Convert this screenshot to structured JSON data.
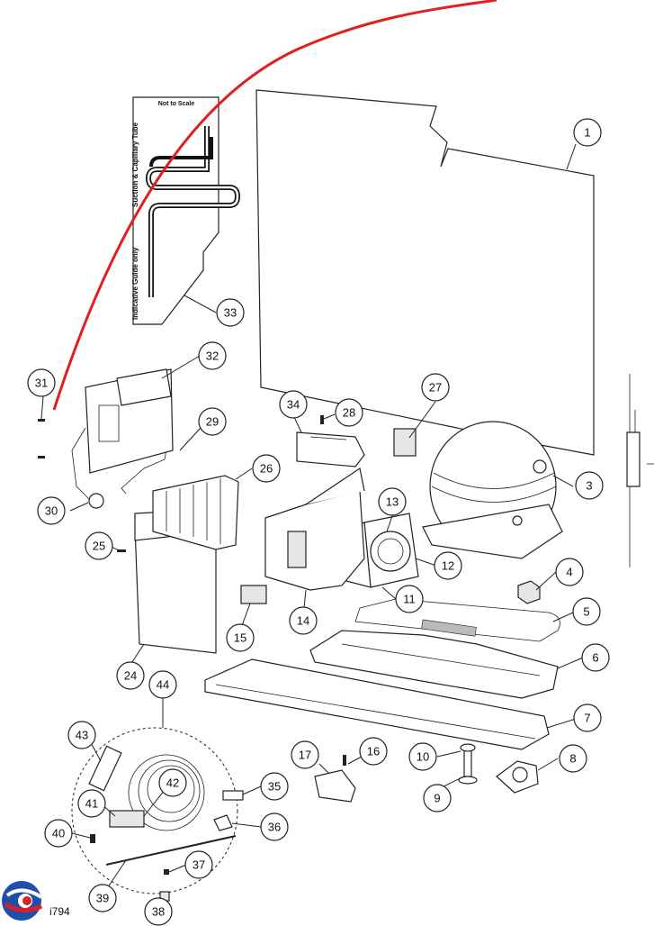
{
  "guide": {
    "scale_note": "Not to Scale",
    "tube_label": "Suction & Capillary Tube",
    "indicative_label": "Indicative Guide only"
  },
  "drawing_code": "i794",
  "colors": {
    "route_line": "#e02020",
    "logo_blue": "#1f4fa8",
    "logo_red": "#d8202a"
  },
  "callouts": [
    {
      "num": "1"
    },
    {
      "num": "3"
    },
    {
      "num": "4"
    },
    {
      "num": "5"
    },
    {
      "num": "6"
    },
    {
      "num": "7"
    },
    {
      "num": "8"
    },
    {
      "num": "9"
    },
    {
      "num": "10"
    },
    {
      "num": "11"
    },
    {
      "num": "12"
    },
    {
      "num": "13"
    },
    {
      "num": "14"
    },
    {
      "num": "15"
    },
    {
      "num": "16"
    },
    {
      "num": "17"
    },
    {
      "num": "24"
    },
    {
      "num": "25"
    },
    {
      "num": "26"
    },
    {
      "num": "27"
    },
    {
      "num": "28"
    },
    {
      "num": "29"
    },
    {
      "num": "30"
    },
    {
      "num": "31"
    },
    {
      "num": "32"
    },
    {
      "num": "33"
    },
    {
      "num": "34"
    },
    {
      "num": "35"
    },
    {
      "num": "36"
    },
    {
      "num": "37"
    },
    {
      "num": "38"
    },
    {
      "num": "39"
    },
    {
      "num": "40"
    },
    {
      "num": "41"
    },
    {
      "num": "42"
    },
    {
      "num": "43"
    },
    {
      "num": "44"
    }
  ],
  "icons": {
    "brand_logo": "brand-logo-icon"
  }
}
